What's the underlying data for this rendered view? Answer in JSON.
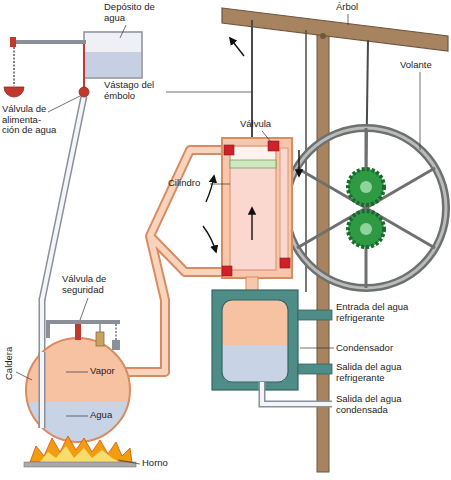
{
  "diagram": {
    "labels": [
      "Depósito de agua",
      "Árbol",
      "Vástago del émbolo",
      "Válvula",
      "Volante",
      "Válvula de alimenta- ción de agua",
      "Cilindro",
      "Válvula de seguridad",
      "Entrada del agua refrigerante",
      "Condensador",
      "Caldera",
      "Vapor",
      "Salida del agua refrigerante",
      "Agua",
      "Salida del agua condensada",
      "Horno"
    ]
  }
}
